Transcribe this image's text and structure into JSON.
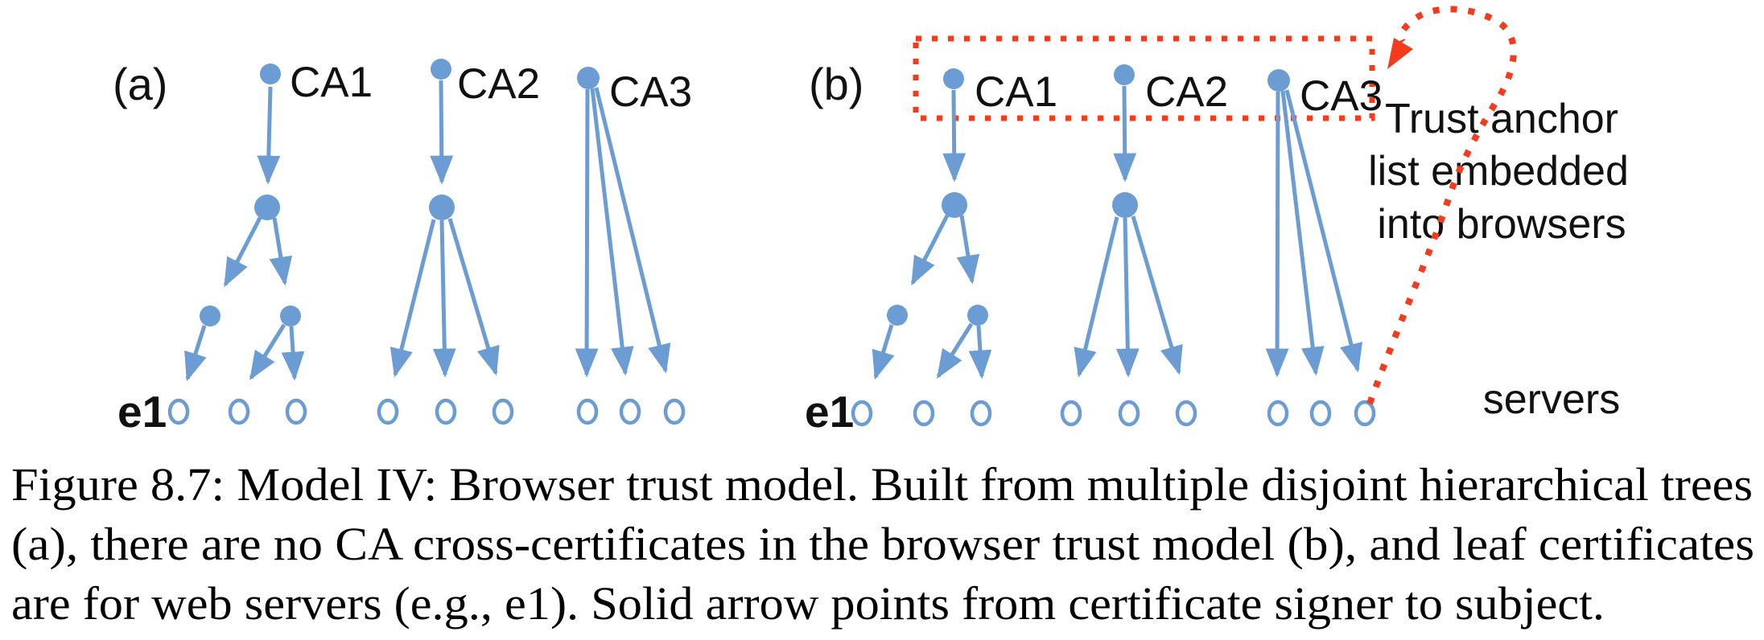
{
  "figure": {
    "colors": {
      "node_blue": "#6b9cd3",
      "annotation_red": "#f43b1c",
      "text_black": "#111111"
    },
    "panel_a": {
      "label": "(a)",
      "ca_labels": [
        "CA1",
        "CA2",
        "CA3"
      ],
      "e1_label": "e1"
    },
    "panel_b": {
      "label": "(b)",
      "ca_labels": [
        "CA1",
        "CA2",
        "CA3"
      ],
      "e1_label": "e1",
      "servers_label": "servers",
      "trust_note_lines": [
        "Trust anchor",
        "list embedded",
        "into browsers"
      ]
    },
    "caption_lines": [
      "Figure 8.7:  Model IV: Browser trust model.  Built from multiple disjoint hierarchical trees",
      "(a), there are no CA cross-certificates in the browser trust model (b), and leaf certificates",
      "are for web servers (e.g., e1). Solid arrow points from certificate signer to subject."
    ]
  }
}
